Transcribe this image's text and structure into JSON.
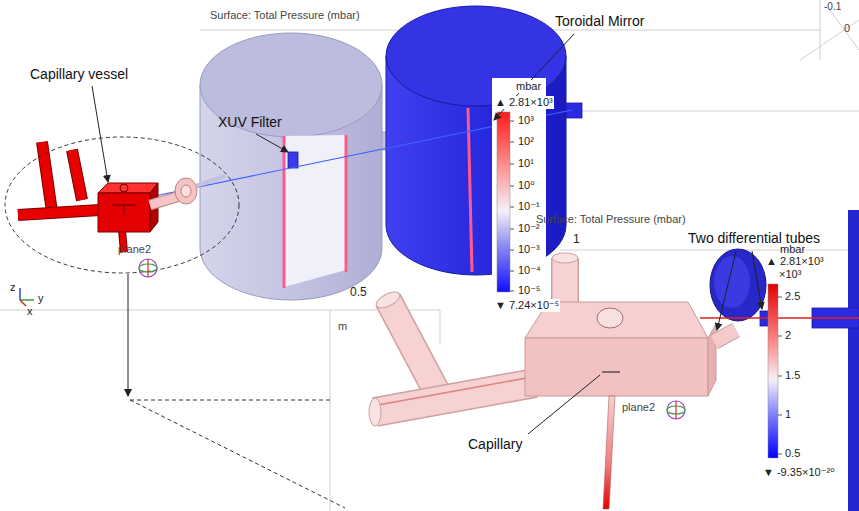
{
  "diagram": {
    "labels": [
      "Surface: Total Pressure (mbar)",
      "-0.1",
      "0",
      "Toroidal Mirror",
      "XUV Filter",
      "Capillary vessel",
      "mbar",
      "▲ 2.81×10³",
      "10³",
      "10²",
      "10¹",
      "10⁰",
      "10⁻¹",
      "10⁻²",
      "10⁻³",
      "10⁻⁴",
      "10⁻⁵",
      "▼ 7.24×10⁻⁵",
      "plane2",
      "z",
      "y",
      "x",
      "0.5",
      "m",
      "1",
      "Surface: Total Pressure (mbar)",
      "Two differential tubes",
      "mbar",
      "▲ 2.81×10³",
      "×10³",
      "2.5",
      "2",
      "1.5",
      "1",
      "0.5",
      "▼ -9.35×10⁻²⁰",
      "plane2",
      "Capillary"
    ]
  }
}
